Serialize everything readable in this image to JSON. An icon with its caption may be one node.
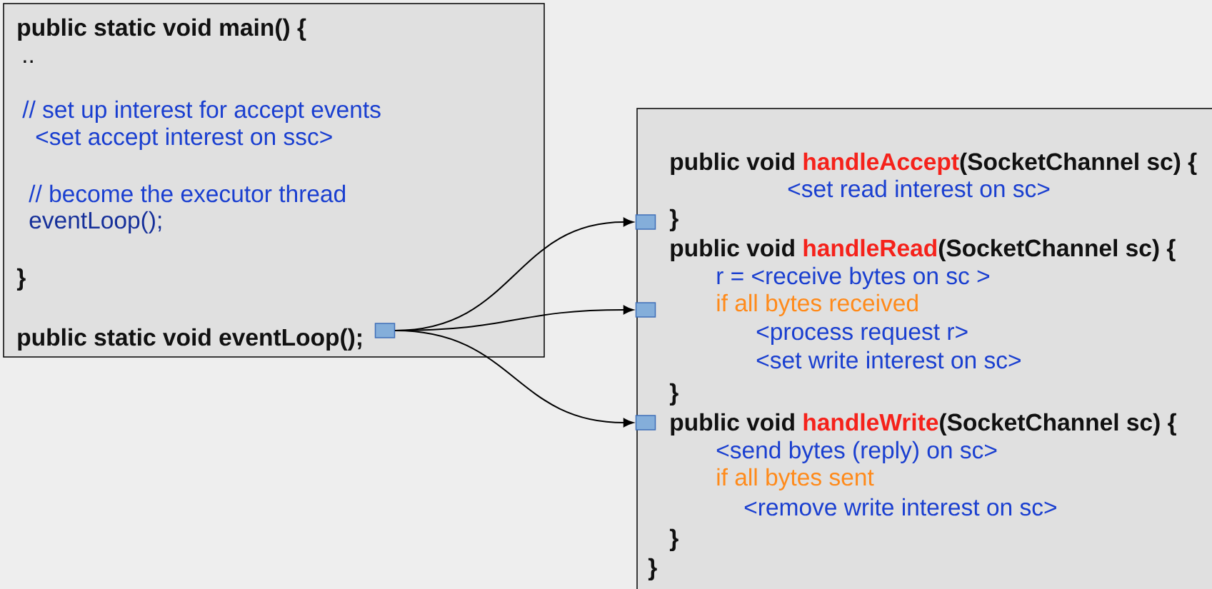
{
  "diagram": {
    "nodes": [
      {
        "text": [
          "public static void main() {",
          "..",
          "// set up interest for accept events",
          "<set accept interest on ssc>",
          "// become the executor thread",
          "eventLoop();",
          "}",
          "public static void eventLoop();"
        ]
      },
      {
        "text": [],
        "shape": "box",
        "in": 0
      },
      {
        "text": [
          "public void",
          "handleAccept",
          "(SocketChannel sc) {",
          "<set read interest on sc>",
          "}",
          "public void",
          "handleRead",
          "(SocketChannel sc) {",
          "r = <receive bytes on sc >",
          "if all bytes received",
          "<process request r>",
          "<set write interest on sc>",
          "}",
          "public void",
          "handleWrite",
          "(SocketChannel sc) {",
          "<send bytes (reply) on sc>",
          "if all bytes sent",
          "<remove write interest on sc>",
          "}",
          "}"
        ]
      },
      {
        "text": [],
        "shape": "box",
        "in": 2
      },
      {
        "text": [],
        "shape": "box",
        "in": 2
      },
      {
        "text": [],
        "shape": "box",
        "in": 2
      }
    ],
    "edges": [
      {
        "from": 1,
        "to": 3,
        "arrow": "to"
      },
      {
        "from": 1,
        "to": 4,
        "arrow": "to"
      },
      {
        "from": 1,
        "to": 5,
        "arrow": "to"
      }
    ]
  }
}
